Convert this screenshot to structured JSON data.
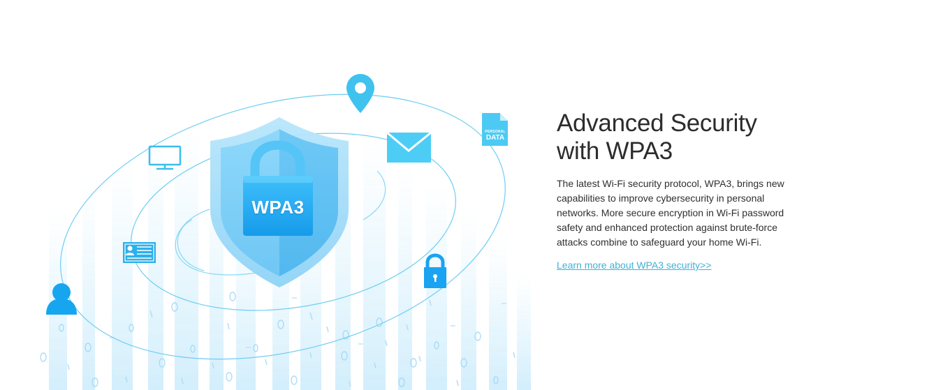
{
  "illustration": {
    "shield_text": "WPA3",
    "document_label_small": "PERSONAL",
    "document_label_big": "DATA",
    "icons": [
      "location-pin-icon",
      "monitor-icon",
      "envelope-icon",
      "personal-data-document-icon",
      "id-card-icon",
      "user-icon",
      "padlock-icon",
      "shield-lock-icon"
    ],
    "accent_color": "#1aa3f0",
    "light_accent_color": "#4fd0f2"
  },
  "content": {
    "title_line1": "Advanced Security",
    "title_line2": "with WPA3",
    "description": "The latest Wi-Fi security protocol, WPA3, brings new capabilities to improve cybersecurity in personal networks. More secure encryption in Wi-Fi password safety and enhanced protection against brute-force attacks combine to safeguard your home Wi-Fi.",
    "link_text": "Learn more about WPA3 security>>"
  }
}
